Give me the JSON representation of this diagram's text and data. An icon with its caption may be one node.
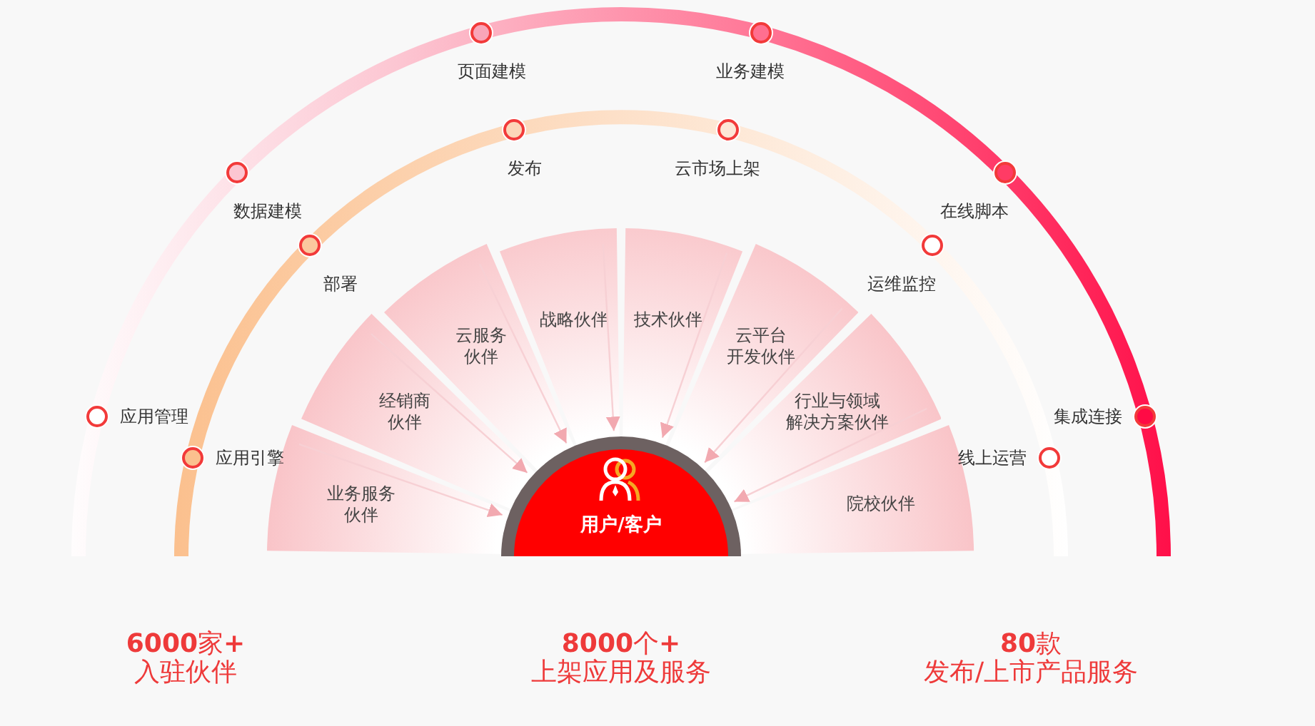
{
  "diagram": {
    "nodes": [
      {
        "text": [
          "应用管理"
        ]
      },
      {
        "text": [
          "数据建模"
        ]
      },
      {
        "text": [
          "页面建模"
        ]
      },
      {
        "text": [
          "业务建模"
        ]
      },
      {
        "text": [
          "在线脚本"
        ]
      },
      {
        "text": [
          "集成连接"
        ]
      },
      {
        "text": [
          "应用引擎"
        ]
      },
      {
        "text": [
          "部署"
        ]
      },
      {
        "text": [
          "发布"
        ]
      },
      {
        "text": [
          "云市场上架"
        ]
      },
      {
        "text": [
          "运维监控"
        ]
      },
      {
        "text": [
          "线上运营"
        ]
      },
      {
        "text": [
          "业务服务伙伴"
        ]
      },
      {
        "text": [
          "经销商伙伴"
        ]
      },
      {
        "text": [
          "云服务伙伴"
        ]
      },
      {
        "text": [
          "战略伙伴"
        ]
      },
      {
        "text": [
          "技术伙伴"
        ]
      },
      {
        "text": [
          "云平台开发伙伴"
        ]
      },
      {
        "text": [
          "行业与领域解决方案伙伴"
        ]
      },
      {
        "text": [
          "院校伙伴"
        ]
      },
      {
        "text": [
          "用户/客户"
        ]
      }
    ],
    "edges": [
      {
        "from": 12,
        "to": 20,
        "arrow": "to"
      },
      {
        "from": 13,
        "to": 20,
        "arrow": "to"
      },
      {
        "from": 14,
        "to": 20,
        "arrow": "to"
      },
      {
        "from": 15,
        "to": 20,
        "arrow": "to"
      },
      {
        "from": 16,
        "to": 20,
        "arrow": "to"
      },
      {
        "from": 17,
        "to": 20,
        "arrow": "to"
      },
      {
        "from": 18,
        "to": 20,
        "arrow": "to"
      }
    ],
    "labels": [
      "**6000**家**+**",
      "**8000**个**+**",
      "**80**款",
      "入驻伙伴",
      "上架应用及服务",
      "发布/上市产品服务"
    ]
  }
}
